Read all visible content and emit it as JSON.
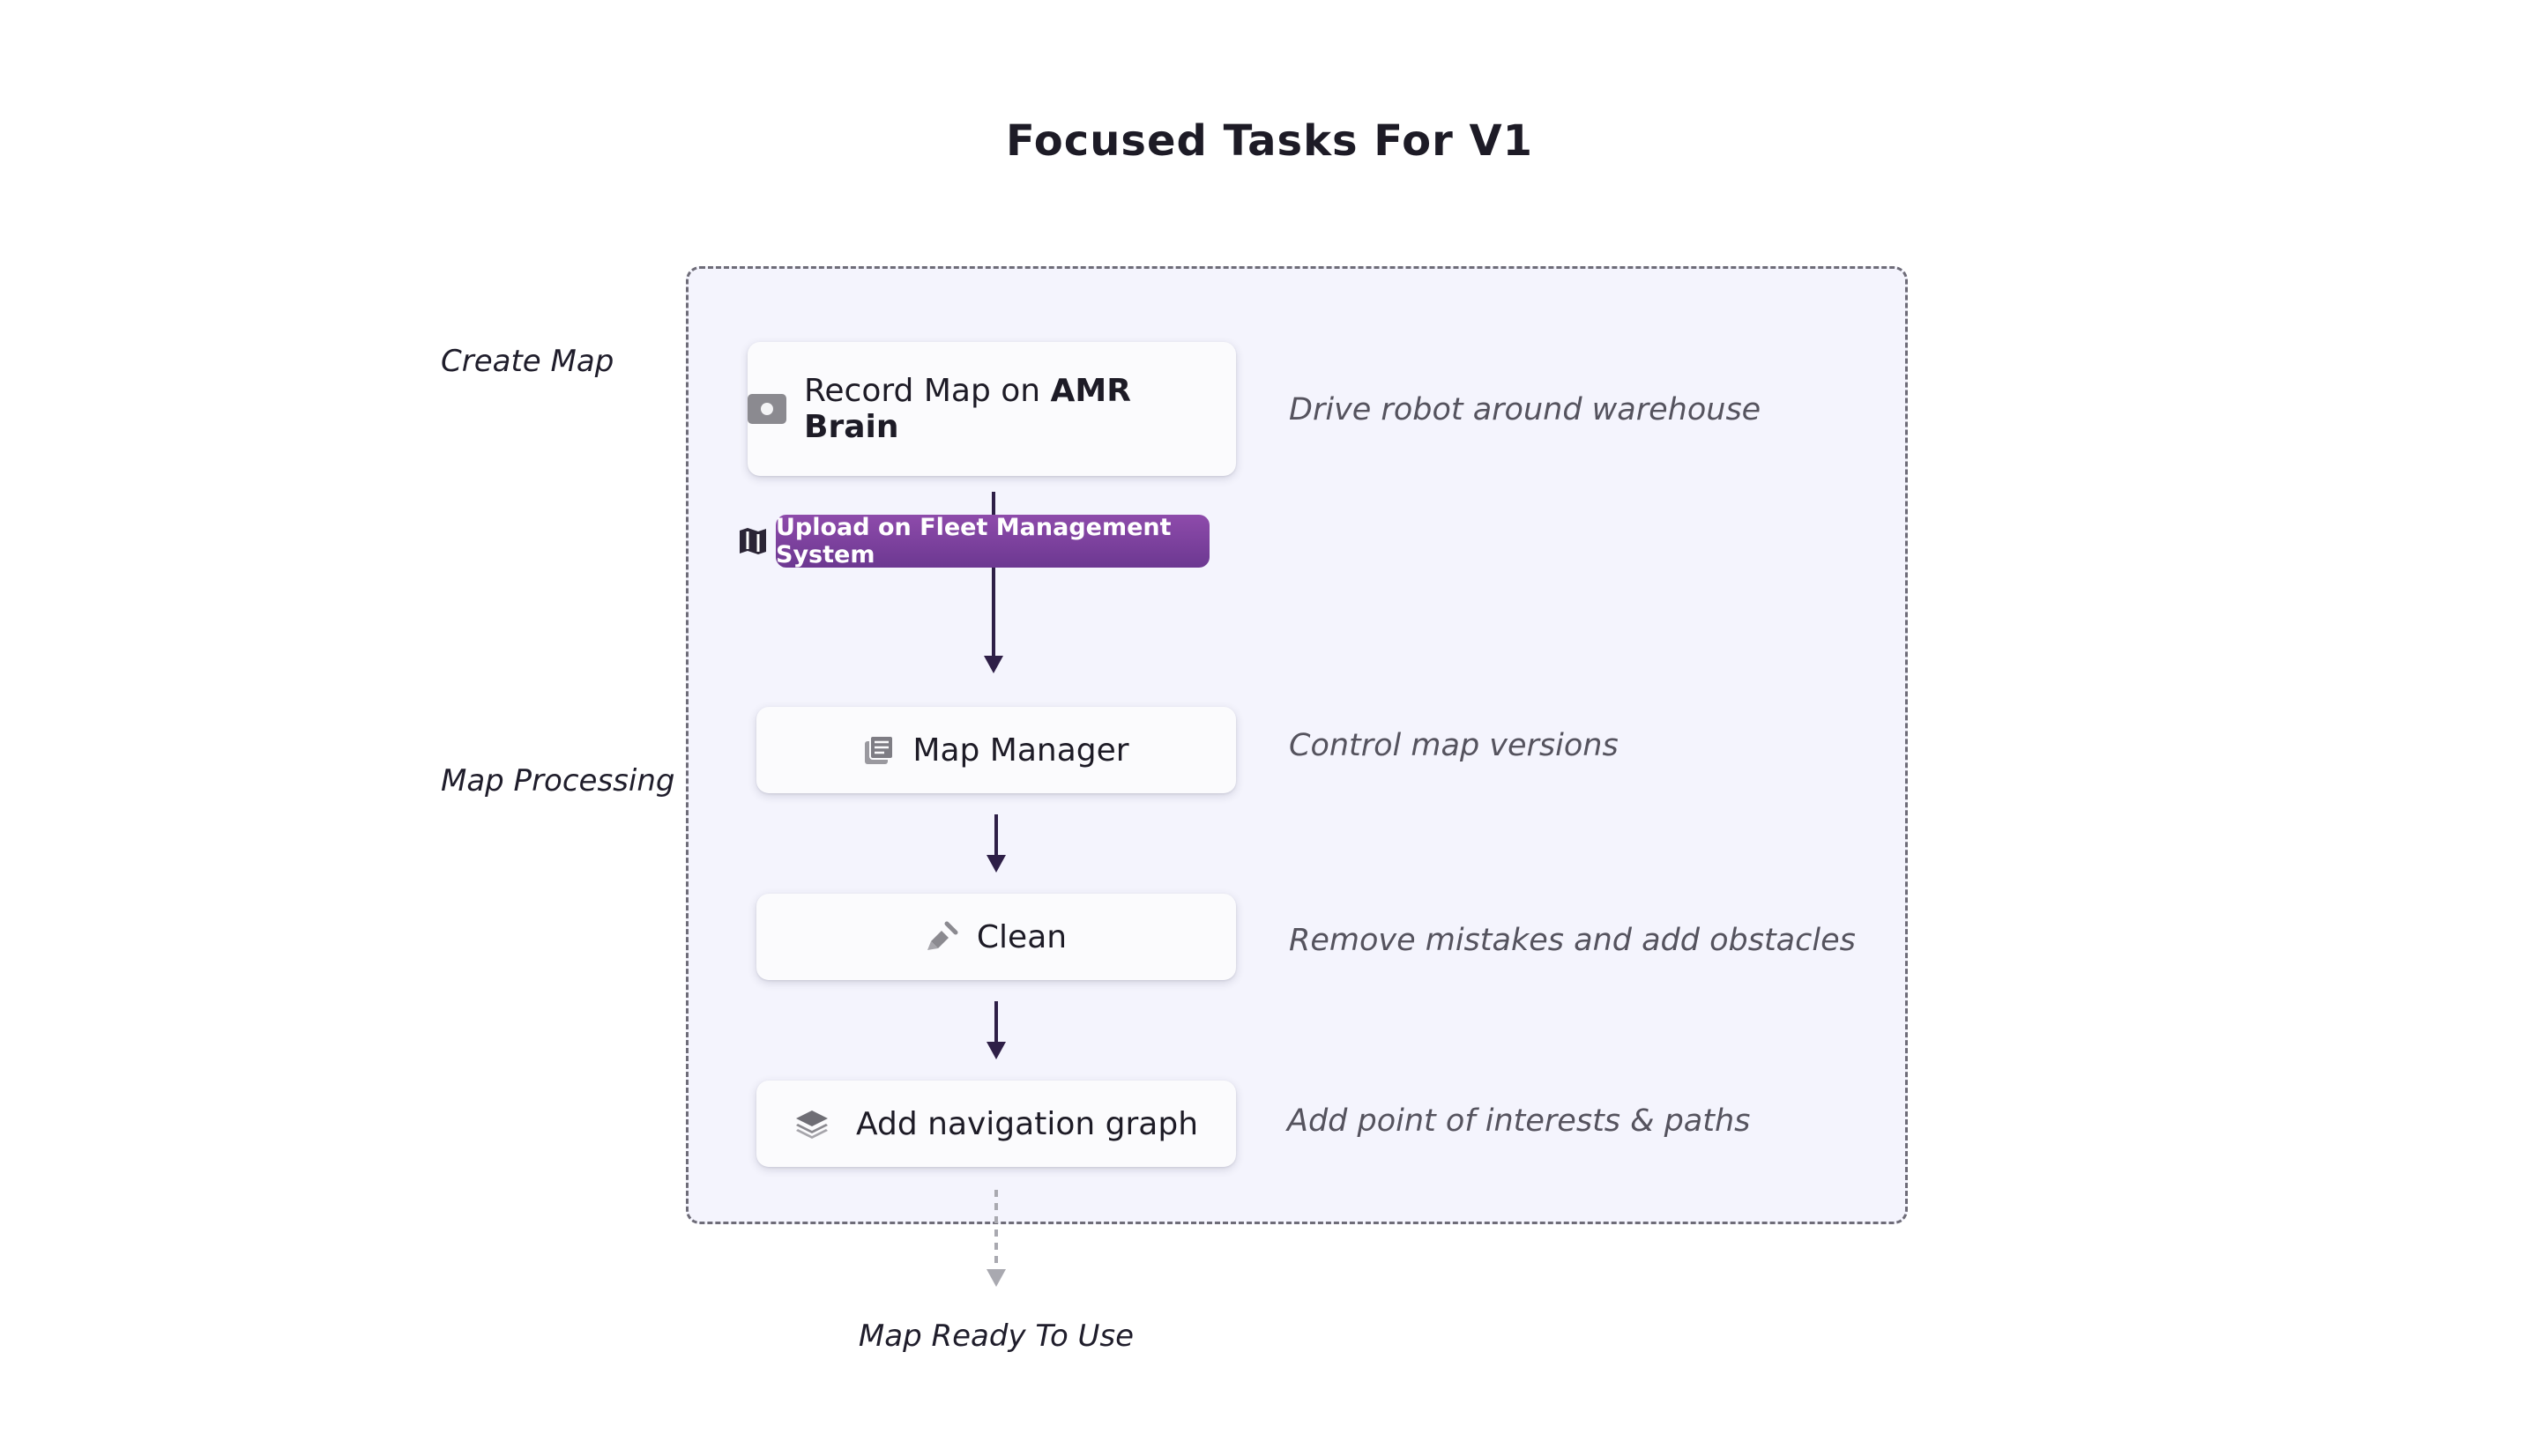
{
  "title": "Focused Tasks For V1",
  "stages": {
    "create_map": "Create Map",
    "map_processing": "Map Processing"
  },
  "steps": {
    "record": {
      "text": "Record Map on ",
      "emphasis": "AMR Brain",
      "icon": "camera-icon",
      "desc": "Drive robot around warehouse"
    },
    "upload": {
      "text": "Upload on Fleet Management System",
      "icon": "map-icon"
    },
    "manager": {
      "text": "Map Manager",
      "icon": "library-icon",
      "desc": "Control map versions"
    },
    "clean": {
      "text": "Clean",
      "icon": "broom-icon",
      "desc": "Remove mistakes and add obstacles"
    },
    "graph": {
      "text": "Add navigation graph",
      "icon": "layers-icon",
      "desc": "Add point of interests & paths"
    }
  },
  "final": "Map Ready To Use",
  "colors": {
    "container_bg": "#f4f4fd",
    "tag_purple": "#7b3f9e",
    "arrow": "#2e1f47",
    "dashed_arrow": "#a9a9b0"
  }
}
